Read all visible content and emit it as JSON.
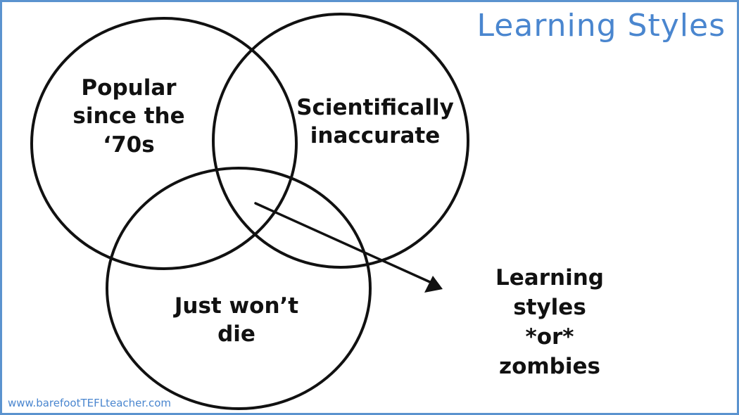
{
  "title": "Learning Styles",
  "footer_url": "www.barefootTEFLteacher.com",
  "colors": {
    "accent_blue": "#4a86cf",
    "border_blue": "#5b93cf",
    "ink": "#111111",
    "background": "#ffffff"
  },
  "circles": [
    {
      "id": "left",
      "label": "Popular\nsince the\n‘70s"
    },
    {
      "id": "right",
      "label": "Scientifically\ninaccurate"
    },
    {
      "id": "bottom",
      "label": "Just won’t\ndie"
    }
  ],
  "callout": {
    "label": "Learning styles\n*or*\nzombies",
    "points_to": "intersection of all three circles"
  }
}
